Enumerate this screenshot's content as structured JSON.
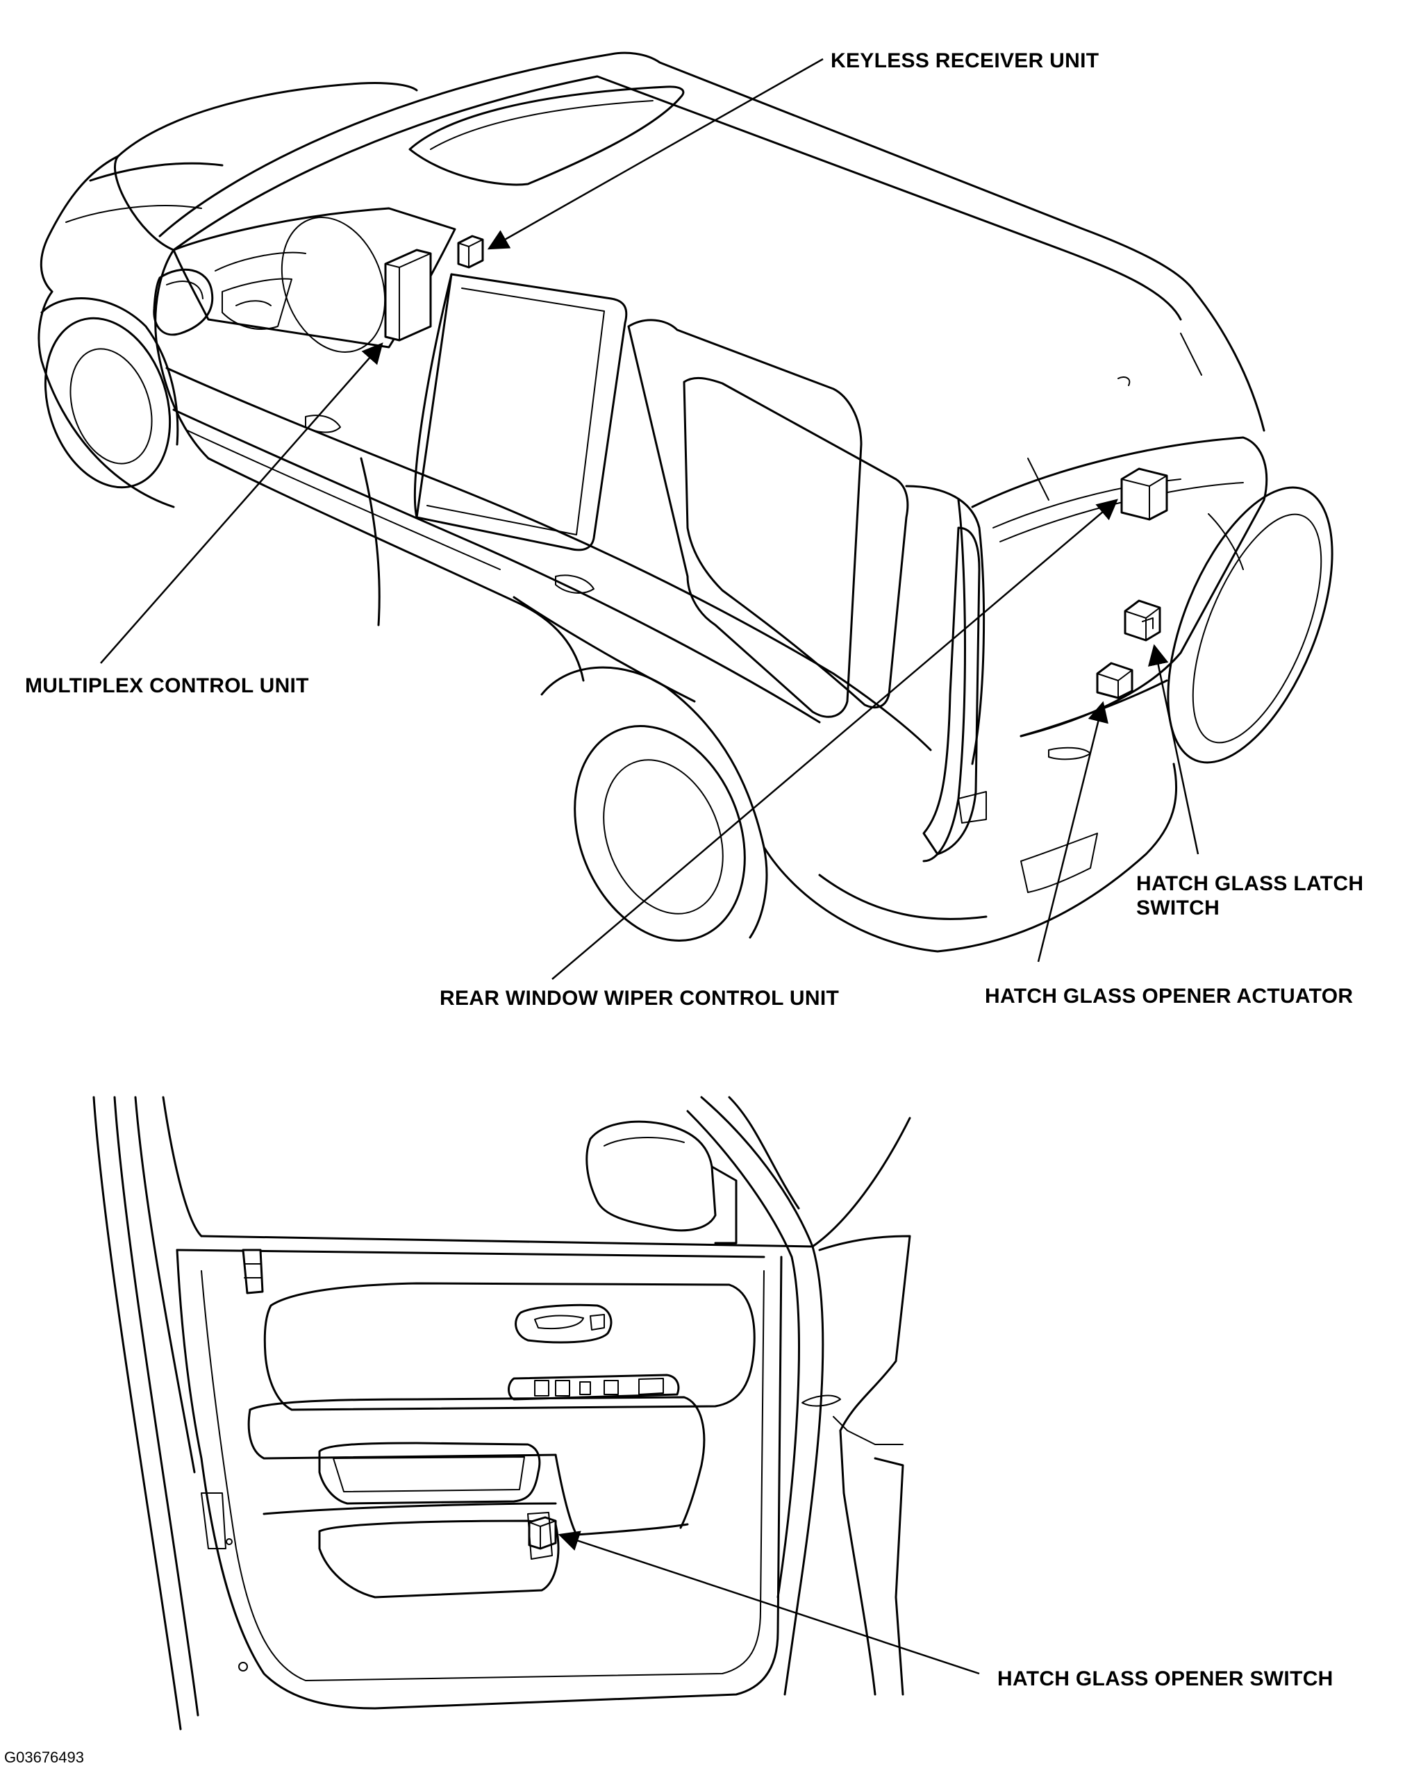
{
  "labels": {
    "keyless_receiver": "KEYLESS RECEIVER UNIT",
    "multiplex_control": "MULTIPLEX CONTROL UNIT",
    "hatch_latch_line1": "HATCH GLASS LATCH",
    "hatch_latch_line2": "SWITCH",
    "rear_wiper": "REAR WINDOW WIPER CONTROL UNIT",
    "hatch_actuator": "HATCH GLASS OPENER ACTUATOR",
    "hatch_switch": "HATCH GLASS OPENER SWITCH"
  },
  "figure_code": "G03676493"
}
